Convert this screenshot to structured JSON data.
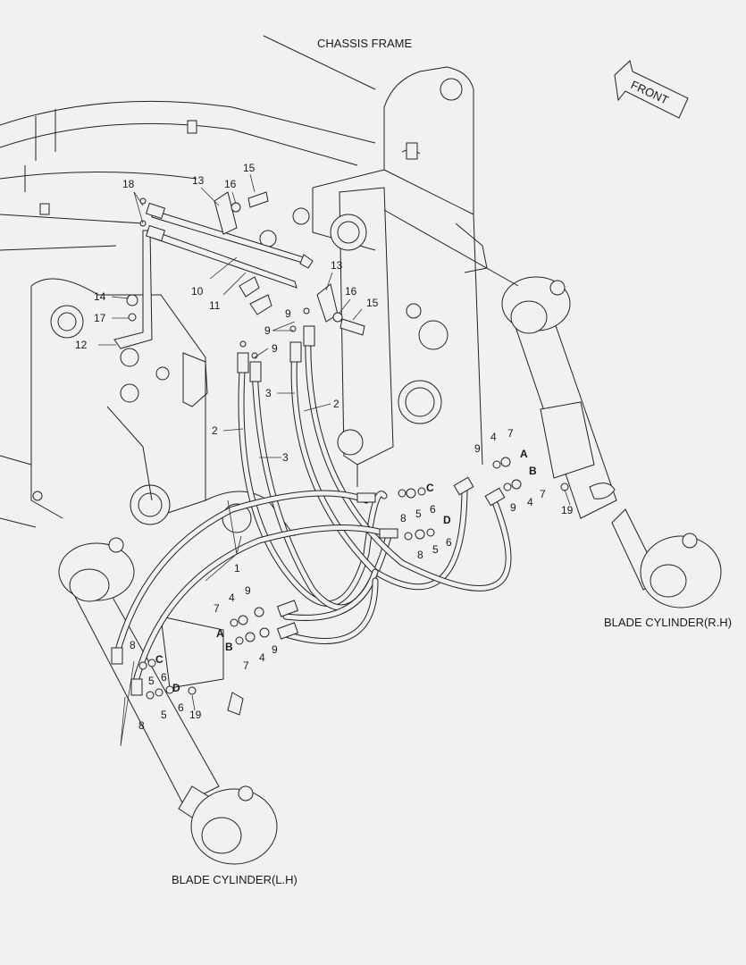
{
  "titles": {
    "chassis_frame": "CHASSIS FRAME",
    "front": "FRONT",
    "blade_cylinder_rh": "BLADE CYLINDER(R.H)",
    "blade_cylinder_lh": "BLADE CYLINDER(L.H)"
  },
  "callouts": {
    "c1": "1",
    "c2a": "2",
    "c2b": "2",
    "c3a": "3",
    "c3b": "3",
    "c4a": "4",
    "c4b": "4",
    "c4c": "4",
    "c4d": "4",
    "c5a": "5",
    "c5b": "5",
    "c5c": "5",
    "c5d": "5",
    "c6a": "6",
    "c6b": "6",
    "c6c": "6",
    "c6d": "6",
    "c7a": "7",
    "c7b": "7",
    "c7c": "7",
    "c7d": "7",
    "c8a": "8",
    "c8b": "8",
    "c8c": "8",
    "c8d": "8",
    "c9a": "9",
    "c9b": "9",
    "c9c": "9",
    "c9d": "9",
    "c9e": "9",
    "c9f": "9",
    "c9g": "9",
    "c10": "10",
    "c11": "11",
    "c12": "12",
    "c13a": "13",
    "c13b": "13",
    "c14": "14",
    "c15a": "15",
    "c15b": "15",
    "c16a": "16",
    "c16b": "16",
    "c17": "17",
    "c18": "18",
    "c19a": "19",
    "c19b": "19"
  },
  "ports": {
    "rh_a": "A",
    "rh_b": "B",
    "rh_c": "C",
    "rh_d": "D",
    "lh_a": "A",
    "lh_b": "B",
    "lh_c": "C",
    "lh_d": "D"
  }
}
